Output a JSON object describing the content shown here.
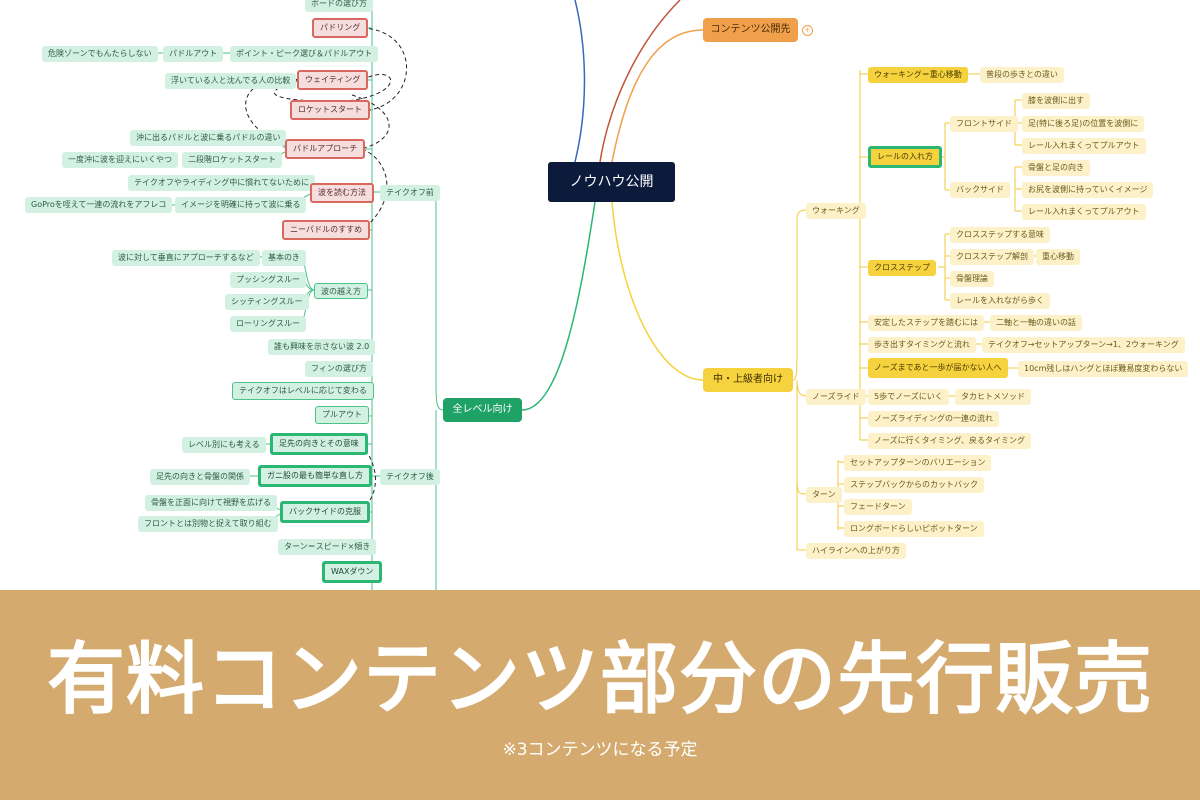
{
  "root": "ノウハウ公開",
  "branches": {
    "publish": "コンテンツ公開先",
    "all_levels": "全レベル向け",
    "advanced": "中・上級者向け"
  },
  "left": {
    "takeoff_before": "テイクオフ前",
    "takeoff_after": "テイクオフ後",
    "items": [
      "ボードの選び方",
      "パドリング",
      "危険ゾーンでもんたらしない",
      "パドルアウト",
      "ポイント・ピーク選び＆パドルアウト",
      "浮いている人と沈んでる人の比較",
      "ウェイティング",
      "ロケットスタート",
      "沖に出るパドルと波に乗るパドルの違い",
      "パドルアプローチ",
      "一度沖に波を迎えにいくやつ",
      "二段階ロケットスタート",
      "テイクオフやライディング中に慣れてないために",
      "波を読む方法",
      "GoProを咥えて一連の流れをアフレコ",
      "イメージを明確に持って波に乗る",
      "ニーパドルのすすめ",
      "波に対して垂直にアプローチするなど",
      "基本のき",
      "プッシングスルー",
      "シッティングスルー",
      "ローリングスルー",
      "波の越え方",
      "誰も興味を示さない波 2.0",
      "フィンの選び方",
      "テイクオフはレベルに応じて変わる",
      "プルアウト",
      "レベル別にも考える",
      "足先の向きとその意味",
      "足先の向きと骨盤の関係",
      "ガニ股の最も簡単な直し方",
      "骨盤を正面に向けて視野を広げる",
      "フロントとは別物と捉えて取り組む",
      "バックサイドの克服",
      "ターン＝スピード×傾き",
      "WAXダウン"
    ]
  },
  "right": {
    "items": [
      "ウォーキング＝重心移動",
      "普段の歩きとの違い",
      "レールの入れ方",
      "フロントサイド",
      "膝を波側に出す",
      "足(特に後ろ足)の位置を波側に",
      "レール入れまくってプルアウト",
      "バックサイド",
      "骨盤と足の向き",
      "お尻を波側に持っていくイメージ",
      "レール入れまくってプルアウト",
      "ウォーキング",
      "クロスステップする意味",
      "クロスステップ解剖",
      "重心移動",
      "クロスステップ",
      "骨盤理論",
      "レールを入れながら歩く",
      "安定したステップを踏むには",
      "二軸と一軸の違いの話",
      "歩き出すタイミングと流れ",
      "テイクオフ→セットアップターン→1、2ウォーキング",
      "ノーズまであと一歩が届かない人へ",
      "10cm残しはハングとほぼ難易度変わらない",
      "5歩でノーズにいく",
      "タカヒトメソッド",
      "ノーズライド",
      "ノーズライディングの一連の流れ",
      "ノーズに行くタイミング、戻るタイミング",
      "セットアップターンのバリエーション",
      "ステップバックからのカットバック",
      "ターン",
      "フェードターン",
      "ロングボードらしいピボットターン",
      "ハイラインへの上がり方"
    ]
  },
  "banner": {
    "title": "有料コンテンツ部分の先行販売",
    "subtitle": "※3コンテンツになる予定"
  },
  "colors": {
    "banner_bg": "#d4aa6f",
    "root_bg": "#0c1a3c",
    "left_branch": "#2bb673",
    "right_branch": "#f5d23e",
    "publish_branch": "#f0a04b",
    "red_border": "#d9685f"
  }
}
